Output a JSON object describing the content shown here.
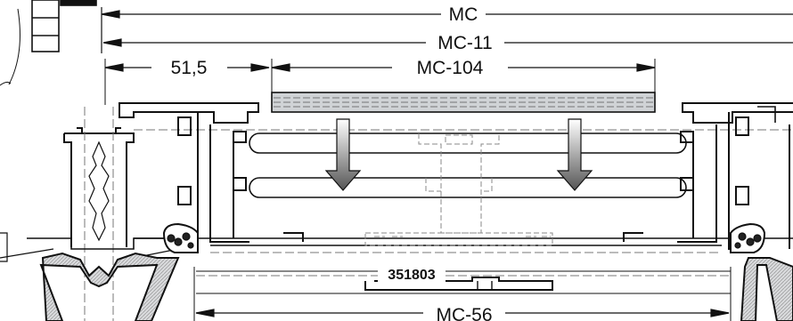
{
  "dimensions": {
    "overall": "MC",
    "inner": "MC-11",
    "offset": "51,5",
    "glazing": "MC-104",
    "bottom": "MC-56"
  },
  "part_number": "351803",
  "colors": {
    "line": "#111111",
    "hidden_line": "#777777",
    "glass": "#c9ccd0",
    "arrow_top": "#ffffff",
    "arrow_bottom": "#555555"
  }
}
